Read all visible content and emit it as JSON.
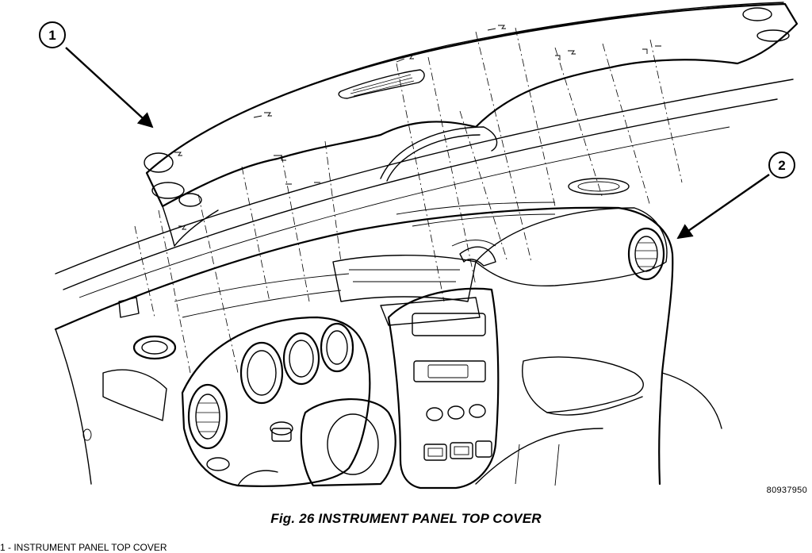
{
  "figure": {
    "id_label": "80937950",
    "caption": "Fig. 26 INSTRUMENT PANEL TOP COVER",
    "legend_line": "1 - INSTRUMENT PANEL TOP COVER"
  },
  "callouts": [
    {
      "number": "1"
    },
    {
      "number": "2"
    }
  ]
}
